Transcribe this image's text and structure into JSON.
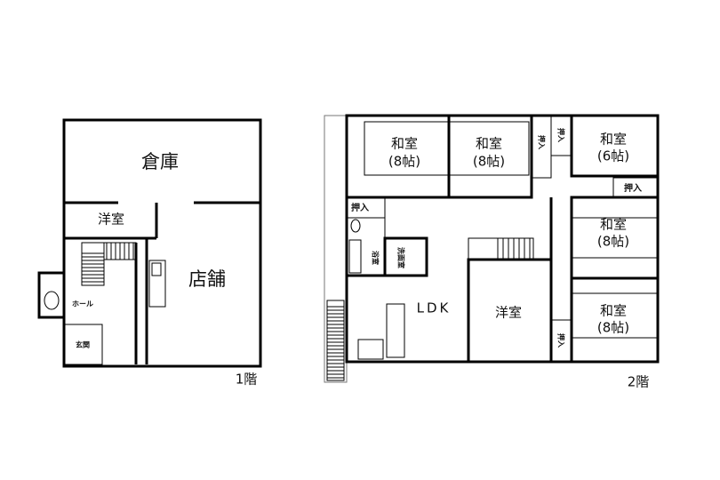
{
  "floor1": {
    "label": "1階",
    "rooms": {
      "storage": "倉庫",
      "western_room": "洋室",
      "shop": "店舗",
      "hall": "ホール",
      "entrance": "玄関"
    }
  },
  "floor2": {
    "label": "2階",
    "rooms": {
      "washitsu1": {
        "name": "和室",
        "size": "(8帖)"
      },
      "washitsu2": {
        "name": "和室",
        "size": "(8帖)"
      },
      "washitsu3": {
        "name": "和室",
        "size": "(6帖)"
      },
      "washitsu4": {
        "name": "和室",
        "size": "(8帖)"
      },
      "washitsu5": {
        "name": "和室",
        "size": "(8帖)"
      },
      "closet": "押入",
      "bath": "浴室",
      "washroom": "洗面室",
      "ldk": "LDK",
      "western_room": "洋室"
    }
  }
}
